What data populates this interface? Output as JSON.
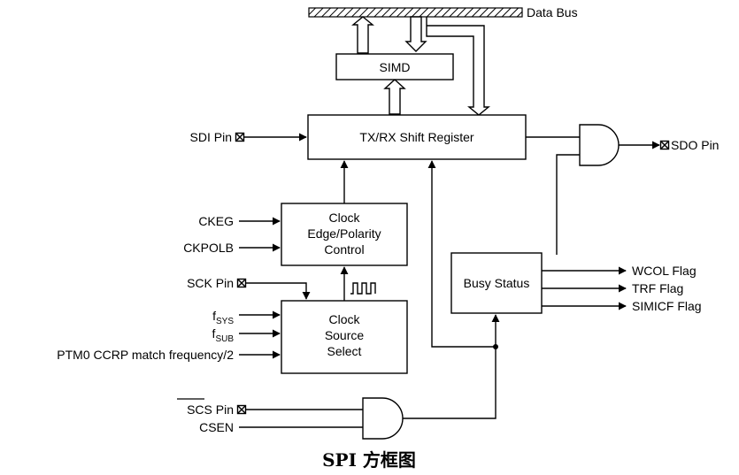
{
  "data_bus": {
    "label": "Data Bus"
  },
  "blocks": {
    "simd": {
      "label": "SIMD"
    },
    "shift_register": {
      "label": "TX/RX Shift Register"
    },
    "edge_polarity": {
      "line1": "Clock",
      "line2": "Edge/Polarity",
      "line3": "Control"
    },
    "clock_source": {
      "line1": "Clock",
      "line2": "Source",
      "line3": "Select"
    },
    "busy_status": {
      "label": "Busy Status"
    }
  },
  "pins": {
    "sdi": "SDI Pin",
    "sdo": "SDO Pin",
    "sck": "SCK Pin",
    "scs": "SCS Pin"
  },
  "signals": {
    "ckeg": "CKEG",
    "ckpolb": "CKPOLB",
    "fsys_base": "f",
    "fsys_sub": "SYS",
    "fsub_base": "f",
    "fsub_sub": "SUB",
    "ptm": "PTM0 CCRP match frequency/2",
    "csen": "CSEN"
  },
  "flags": {
    "wcol": "WCOL Flag",
    "trf": "TRF Flag",
    "simicf": "SIMICF Flag"
  },
  "caption": "SPI 方框图",
  "colors": {
    "line": "#000000",
    "background": "#ffffff",
    "bus_hatch": "#000000"
  }
}
